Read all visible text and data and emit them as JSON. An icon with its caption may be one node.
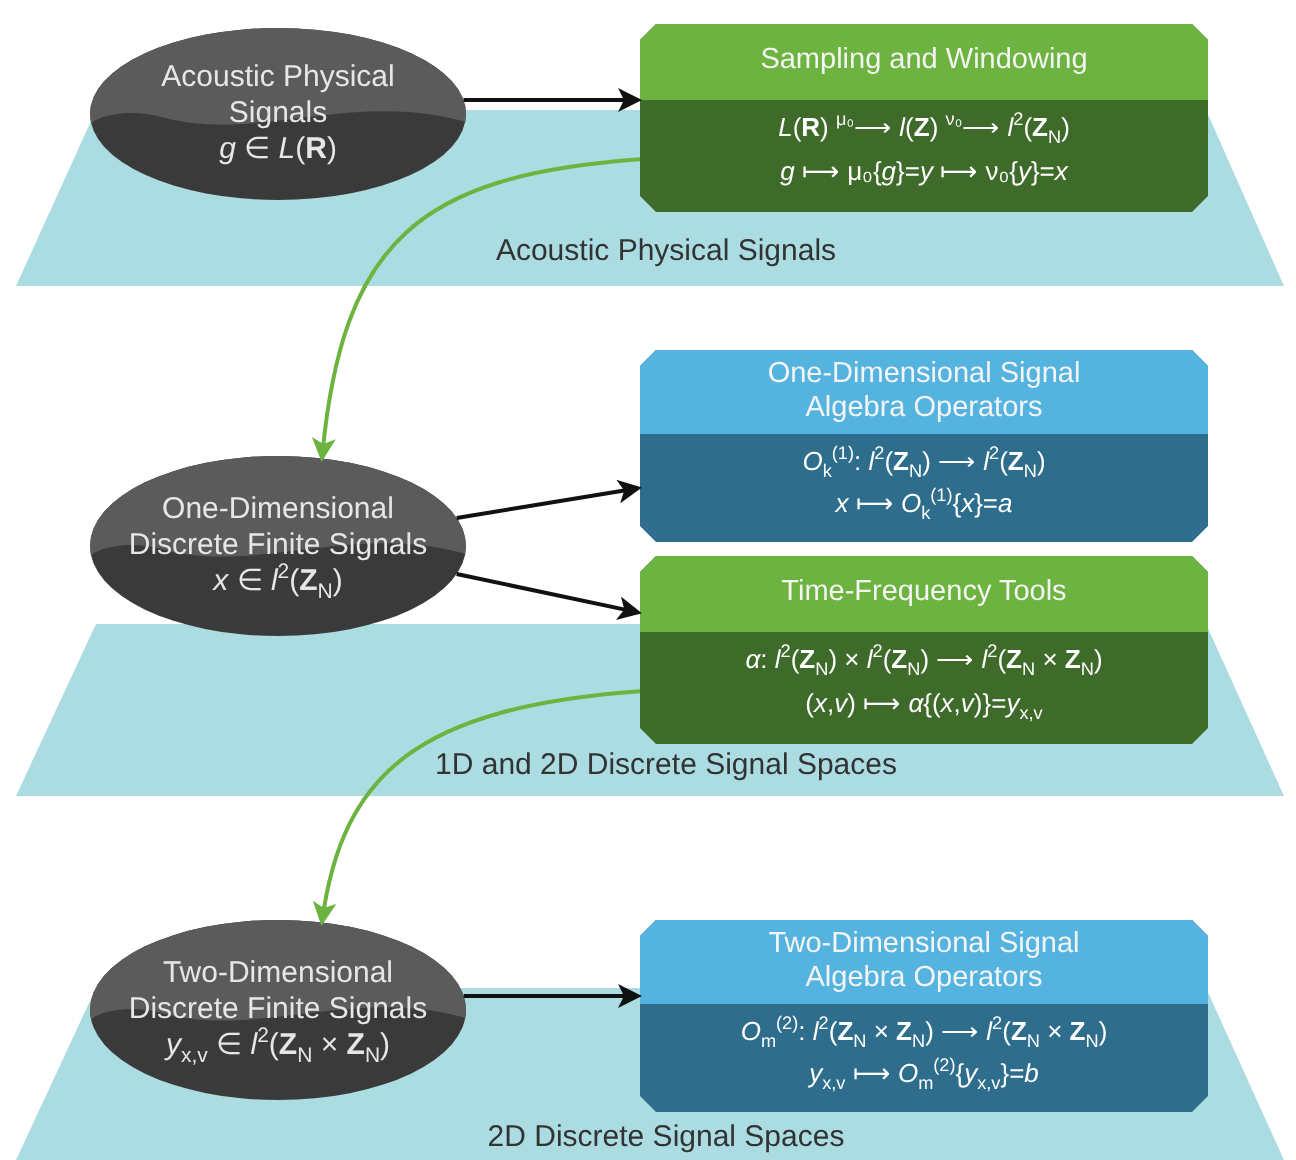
{
  "diagram": {
    "nodes": [
      {
        "text": [
          "Acoustic Physical Signals",
          "*g* ∈ *L*(**R**)"
        ]
      },
      {
        "text": [
          "Sampling and Windowing",
          "*L*(**R**) $^{μ₀}$⟶ *l*(**Z**) $^{ν₀}$⟶ *l*$^{2}$(**Z**$_{N}$)",
          "*g* ⟼ μ₀{*g*}=*y* ⟼ ν₀{*y*}=*x*"
        ]
      },
      {
        "text": [
          "One-Dimensional Discrete Finite Signals",
          "*x* ∈ *l*$^{2}$(**Z**$_{N}$)"
        ]
      },
      {
        "text": [
          "One-Dimensional Signal Algebra Operators",
          "*O*$_{k}$$^{(1)}$: *l*$^{2}$(**Z**$_{N}$) ⟶ *l*$^{2}$(**Z**$_{N}$)",
          "*x* ⟼ *O*$_{k}$$^{(1)}${*x*}=*a*"
        ]
      },
      {
        "text": [
          "Time-Frequency Tools",
          "*α*: *l*$^{2}$(**Z**$_{N}$) × *l*$^{2}$(**Z**$_{N}$) ⟶ *l*$^{2}$(**Z**$_{N}$ × **Z**$_{N}$)",
          "(*x*,*v*) ⟼ *α*{(*x*,*v*)}=*y*$_{x,v}$"
        ]
      },
      {
        "text": [
          "Two-Dimensional Discrete Finite Signals",
          "*y*$_{x,v}$ ∈ *l*$^{2}$(**Z**$_{N}$ × **Z**$_{N}$)"
        ]
      },
      {
        "text": [
          "Two-Dimensional Signal Algebra Operators",
          "*O*$_{m}$$^{(2)}$: *l*$^{2}$(**Z**$_{N}$ × **Z**$_{N}$) ⟶ *l*$^{2}$(**Z**$_{N}$ × **Z**$_{N}$)",
          "*y*$_{x,v}$ ⟼ *O*$_{m}$$^{(2)}${*y*$_{x,v}$}=*b*"
        ]
      }
    ],
    "edges": [
      {
        "from": 0,
        "to": 1,
        "arrow": "to"
      },
      {
        "from": 1,
        "to": 2,
        "arrow": "to",
        "color": "#6cb33f"
      },
      {
        "from": 2,
        "to": 3,
        "arrow": "to"
      },
      {
        "from": 2,
        "to": 4,
        "arrow": "to"
      },
      {
        "from": 4,
        "to": 5,
        "arrow": "to",
        "color": "#6cb33f"
      },
      {
        "from": 5,
        "to": 6,
        "arrow": "to"
      }
    ],
    "labels": [
      "Acoustic Physical Signals",
      "1D and 2D Discrete Signal Spaces",
      "2D Discrete Signal Spaces"
    ]
  }
}
